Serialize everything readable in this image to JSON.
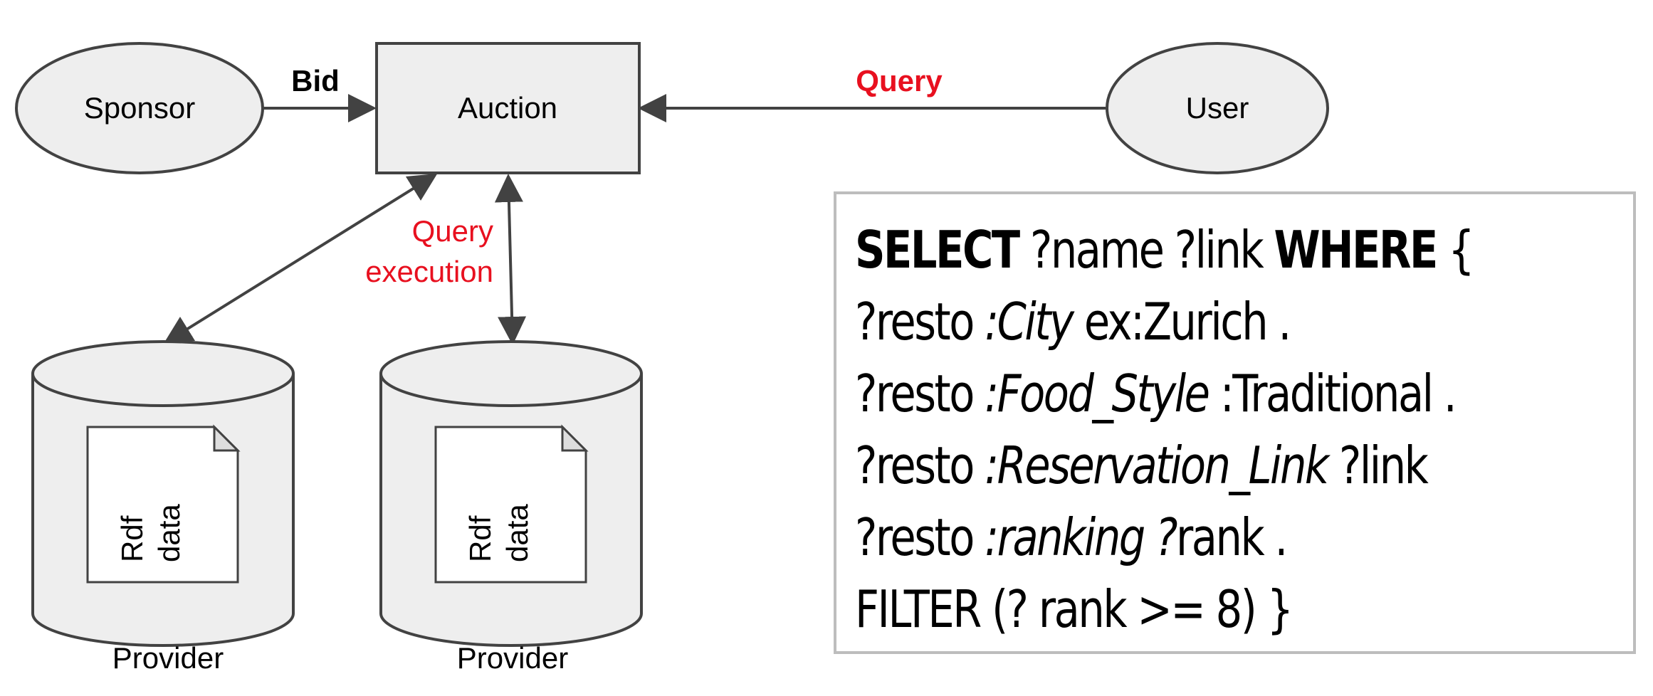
{
  "colors": {
    "node_fill": "#eeeeee",
    "node_stroke": "#424242",
    "arrow": "#424242",
    "highlight_red": "#e8101f",
    "query_border": "#bdbdbd"
  },
  "nodes": {
    "sponsor": "Sponsor",
    "auction": "Auction",
    "user": "User"
  },
  "edges": {
    "bid": "Bid",
    "query": "Query",
    "query_execution_line1": "Query",
    "query_execution_line2": "execution"
  },
  "providers": [
    {
      "label": "Provider",
      "doc_line1": "Rdf",
      "doc_line2": "data"
    },
    {
      "label": "Provider",
      "doc_line1": "Rdf",
      "doc_line2": "data"
    }
  ],
  "query": {
    "line1": {
      "kw1": "SELECT",
      "t1": " ?name ?link ",
      "kw2": "WHERE",
      "t2": " {"
    },
    "line2": {
      "t1": "?resto ",
      "it1": ":City",
      "t2": " ex:Zurich ."
    },
    "line3": {
      "t1": "?resto ",
      "it1": ":Food_Style",
      "t2": " :Traditional ."
    },
    "line4": {
      "t1": "?resto ",
      "it1": ":Reservation_Link",
      "t2": " ?link"
    },
    "line5": {
      "t1": "?resto ",
      "it1": ":ranking ?",
      "t2": "rank ."
    },
    "line6": {
      "t1": "FILTER (? rank >= 8) }"
    }
  }
}
